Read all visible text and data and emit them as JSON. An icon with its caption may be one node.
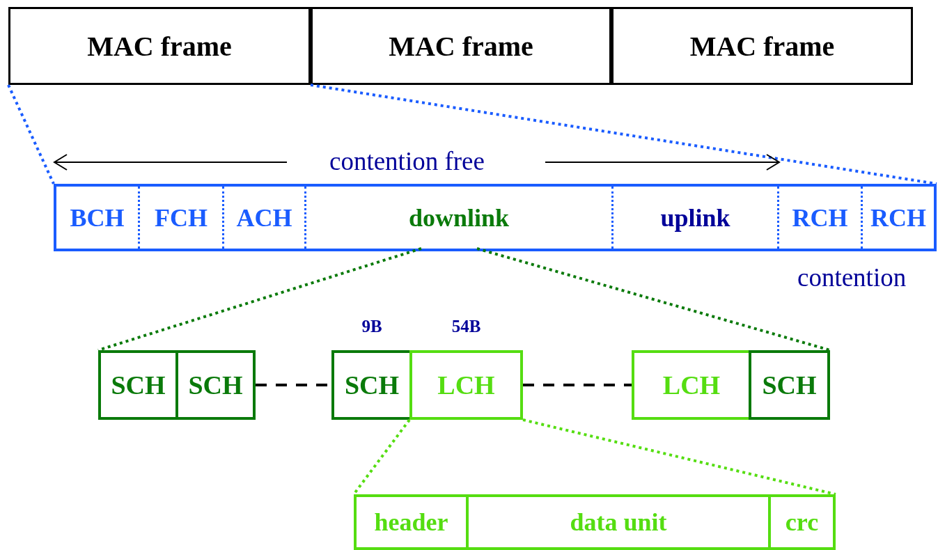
{
  "diagram": {
    "nodes": [
      {
        "text": [
          "MAC frame"
        ]
      },
      {
        "text": [
          "MAC frame"
        ]
      },
      {
        "text": [
          "MAC frame"
        ]
      },
      {
        "text": [],
        "shape": "box"
      },
      {
        "text": [
          "BCH"
        ],
        "in": 3
      },
      {
        "text": [
          "FCH"
        ],
        "in": 3
      },
      {
        "text": [
          "ACH"
        ],
        "in": 3
      },
      {
        "text": [
          "downlink"
        ],
        "in": 3
      },
      {
        "text": [
          "uplink"
        ],
        "in": 3
      },
      {
        "text": [
          "RCH"
        ],
        "in": 3
      },
      {
        "text": [
          "RCH"
        ],
        "in": 3
      },
      {
        "text": [
          "SCH"
        ]
      },
      {
        "text": [
          "SCH"
        ]
      },
      {
        "text": [
          "SCH"
        ],
        "beside": [
          "9B"
        ]
      },
      {
        "text": [
          "LCH"
        ],
        "beside": [
          "54B"
        ]
      },
      {
        "text": [
          "LCH"
        ]
      },
      {
        "text": [
          "SCH"
        ]
      },
      {
        "text": [],
        "shape": "box"
      },
      {
        "text": [
          "header"
        ],
        "in": 17
      },
      {
        "text": [
          "data unit"
        ],
        "in": 17
      },
      {
        "text": [
          "crc"
        ],
        "in": 17
      }
    ],
    "edges": [
      {
        "from": 0,
        "to": 3,
        "arrow": "none",
        "style": "dashed",
        "color": "#1a5cff"
      },
      {
        "from": 0,
        "to": 3,
        "arrow": "none",
        "style": "dashed",
        "color": "#1a5cff"
      },
      {
        "from": 7,
        "to": 11,
        "arrow": "none",
        "style": "dashed",
        "color": "#0a7a0a"
      },
      {
        "from": 7,
        "to": 16,
        "arrow": "none",
        "style": "dashed",
        "color": "#0a7a0a"
      },
      {
        "from": 12,
        "to": 13,
        "arrow": "none",
        "style": "dashed",
        "color": "#000000"
      },
      {
        "from": 14,
        "to": 15,
        "arrow": "none",
        "style": "dashed",
        "color": "#000000"
      },
      {
        "from": 14,
        "to": 17,
        "arrow": "none",
        "style": "dashed",
        "color": "#55dd11"
      },
      {
        "from": 14,
        "to": 17,
        "arrow": "none",
        "style": "dashed",
        "color": "#55dd11"
      }
    ],
    "labels": [
      "contention free",
      "contention"
    ]
  }
}
